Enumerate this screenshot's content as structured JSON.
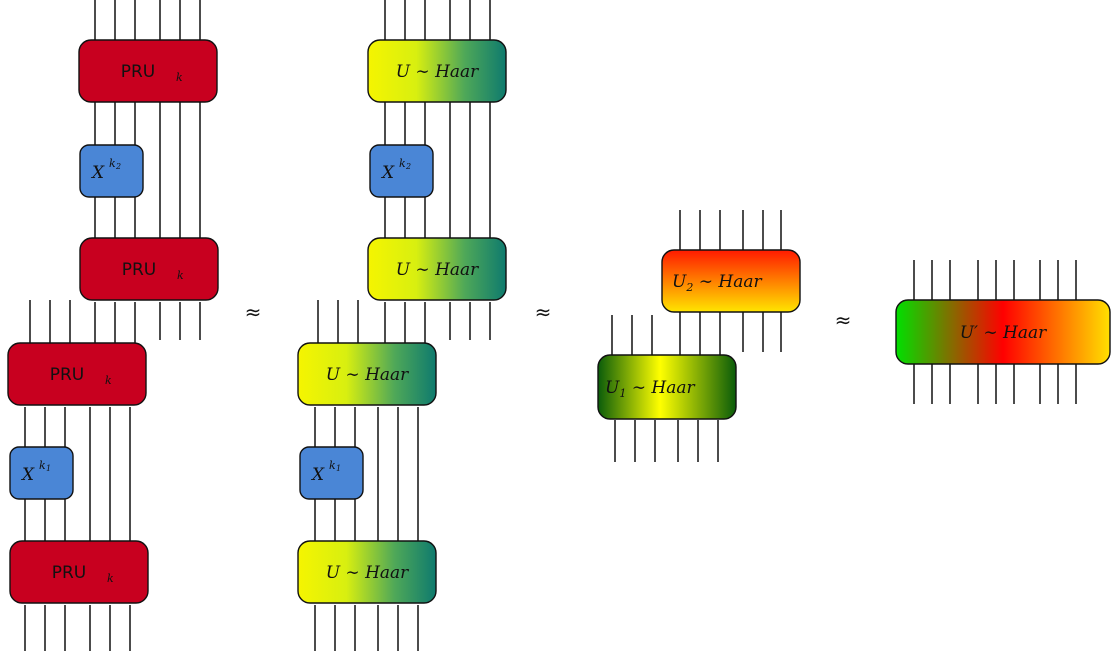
{
  "colors": {
    "pru": "#c8001f",
    "pauli": "#4a86d6",
    "haar_gradient": [
      "#f0f000",
      "#2e8b57",
      "#117a6f"
    ],
    "u2_gradient": [
      "#ff1f00",
      "#ffb300",
      "#ffff00"
    ],
    "u1_gradient": [
      "#0a5c0a",
      "#ffff00",
      "#0a5c0a"
    ],
    "uprime_gradient": [
      "#00e000",
      "#ff0000",
      "#ffe000"
    ]
  },
  "labels": {
    "pru": "PRU",
    "pru_sub": "k",
    "x": "X",
    "x_sup_k2": "k",
    "x_sup_k2_sub": "2",
    "x_sup_k1": "k",
    "x_sup_k1_sub": "1",
    "haar": "U ∼ Haar",
    "u2_main": "U",
    "u2_sub": "2",
    "u2_rest": " ∼ Haar",
    "u1_main": "U",
    "u1_sub": "1",
    "u1_rest": " ∼ Haar",
    "uprime": "U′ ∼ Haar",
    "approx": "≈"
  }
}
